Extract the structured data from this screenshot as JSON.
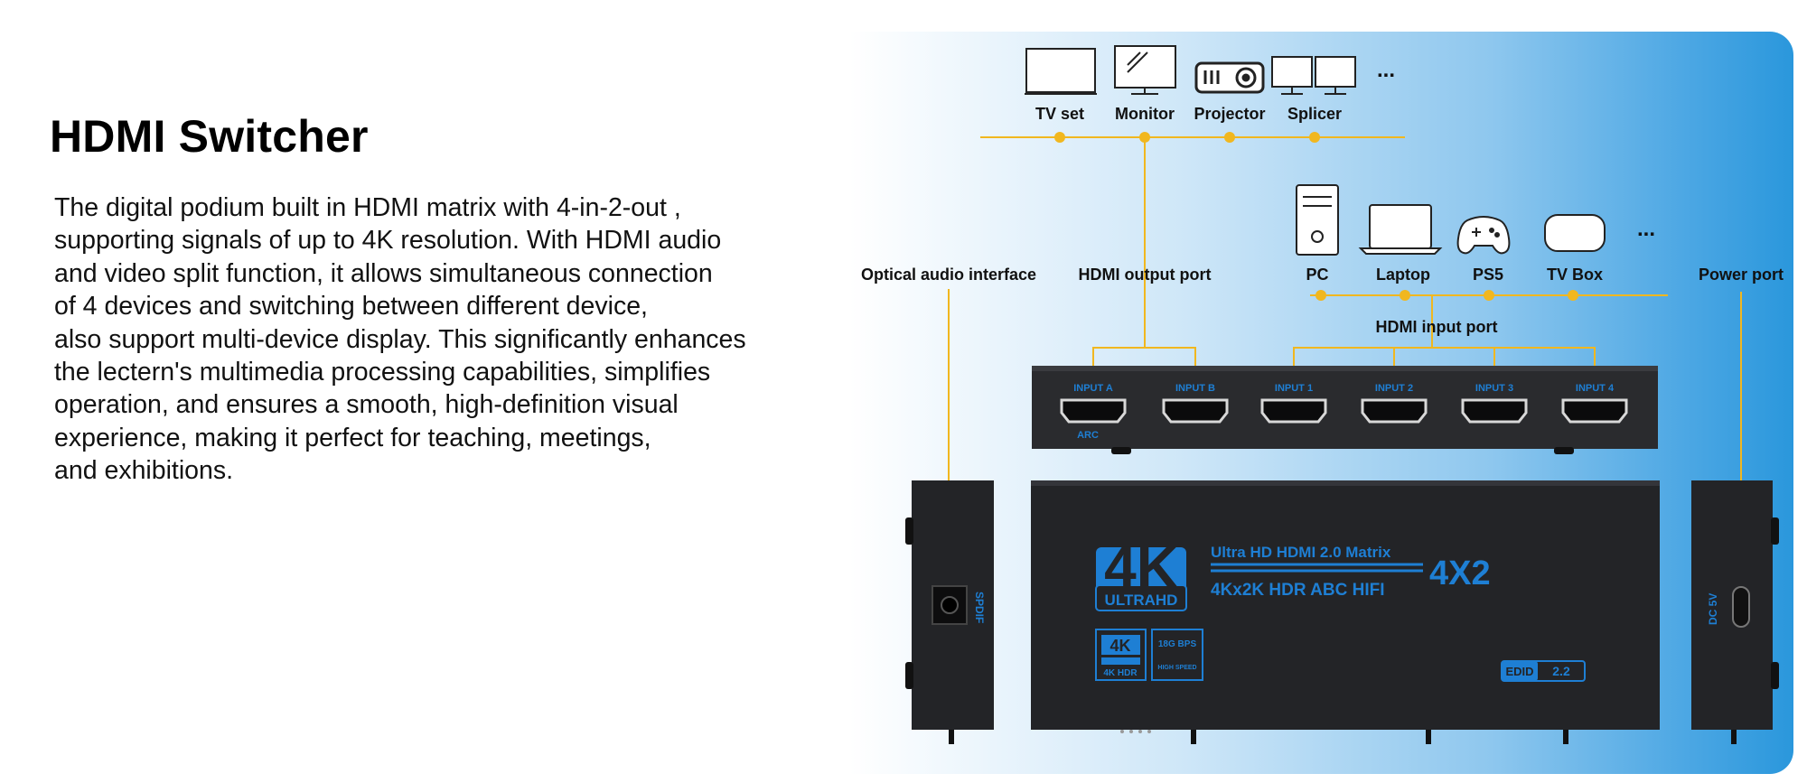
{
  "heading": "HDMI Switcher",
  "description_lines": [
    "The digital podium built in HDMI matrix with 4-in-2-out ,",
    "supporting signals of up to 4K resolution. With HDMI audio",
    "and video split function, it allows simultaneous connection",
    "of 4 devices and switching between different device,",
    "also support multi-device display. This significantly enhances",
    "the lectern's multimedia processing capabilities, simplifies",
    "operation, and ensures a smooth, high-definition visual",
    "experience, making it perfect for teaching, meetings,",
    "and exhibitions."
  ],
  "outputs": {
    "devices": [
      "TV set",
      "Monitor",
      "Projector",
      "Splicer"
    ],
    "more": "...",
    "port_label": "HDMI output port"
  },
  "inputs": {
    "devices": [
      "PC",
      "Laptop",
      "PS5",
      "TV Box"
    ],
    "more": "...",
    "port_label": "HDMI input port"
  },
  "side_labels": {
    "optical": "Optical audio interface",
    "power": "Power port"
  },
  "ports": [
    "INPUT A",
    "INPUT B",
    "INPUT 1",
    "INPUT 2",
    "INPUT 3",
    "INPUT 4"
  ],
  "arc_label": "ARC",
  "device_face": {
    "logo_big": "4K",
    "logo_sub": "ULTRAHD",
    "line1": "Ultra HD HDMI 2.0 Matrix",
    "line2": "4Kx2K HDR ABC HIFI",
    "model": "4X2",
    "badge_4k": "4K",
    "badge_4k_sub": "4K HDR",
    "badge_bps": "18G BPS",
    "badge_bps_sub": "HIGH SPEED",
    "edid_label": "EDID",
    "edid_value": "2.2"
  },
  "spdif_label": "SPDIF",
  "dc_label": "DC 5V",
  "colors": {
    "accent_line": "#f1b71f",
    "device_blue": "#1e7fd4",
    "device_body": "#232427"
  }
}
